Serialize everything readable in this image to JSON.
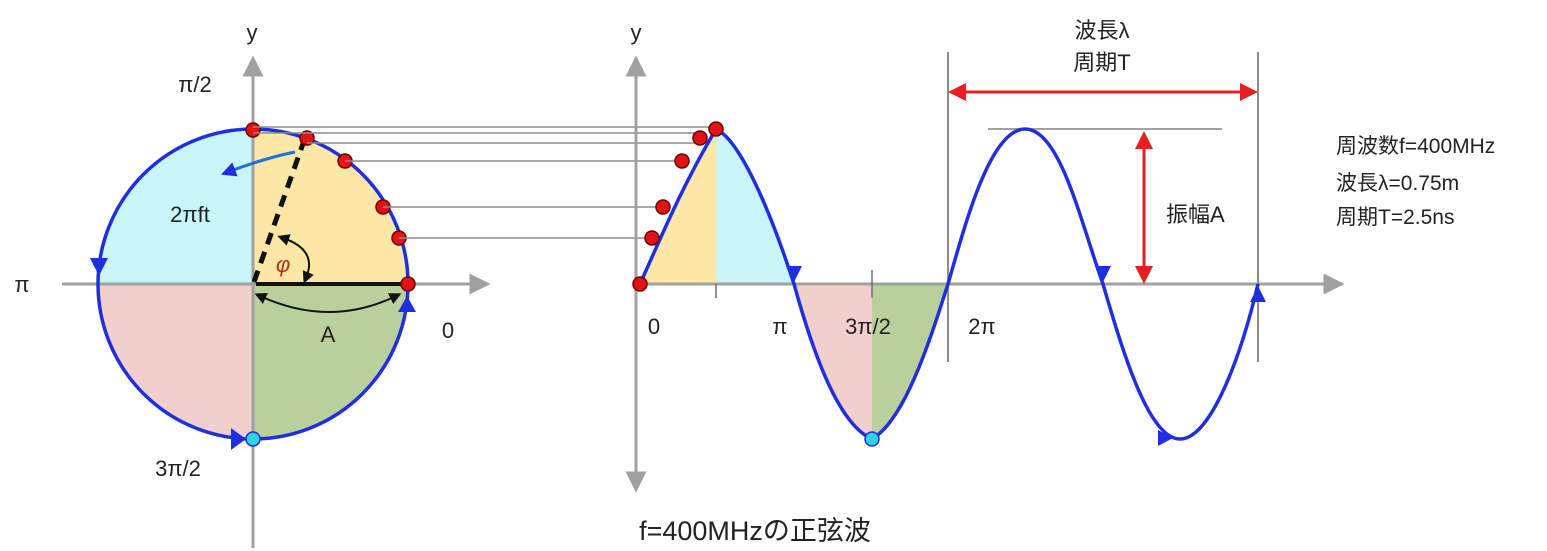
{
  "caption": "f=400MHzの正弦波",
  "circle_labels": {
    "y_axis": "y",
    "pi_half": "π/2",
    "pi": "π",
    "zero": "0",
    "three_pi_half": "3π/2",
    "two_pi_ft": "2πft",
    "phi": "φ",
    "amplitude": "A"
  },
  "wave_labels": {
    "y_axis": "y",
    "tick_0": "0",
    "tick_pi": "π",
    "tick_3pi_2": "3π/2",
    "tick_2pi": "2π",
    "wavelength": "波長λ",
    "period": "周期T",
    "amplitude": "振幅A"
  },
  "specs": {
    "frequency": "周波数f=400MHz",
    "wavelength": "波長λ=0.75m",
    "period": "周期T=2.5ns"
  },
  "colors": {
    "curve": "#1f2fe0",
    "marker": "#e01414",
    "marker_cyan": "#2fd4e0",
    "arrow_red": "#e62020",
    "axis": "#a0a0a0",
    "quadrant_1": "#fde7a6",
    "quadrant_2": "#c8f6f8",
    "quadrant_3": "#f0cfcc",
    "quadrant_4": "#b9cf9c"
  },
  "chart_data": {
    "type": "line",
    "function": "y = A·sin(2πft)",
    "phase_ticks": [
      "0",
      "π",
      "3π/2",
      "2π"
    ],
    "cycles_shown": 2,
    "frequency_MHz": 400,
    "wavelength_m": 0.75,
    "period_ns": 2.5
  }
}
